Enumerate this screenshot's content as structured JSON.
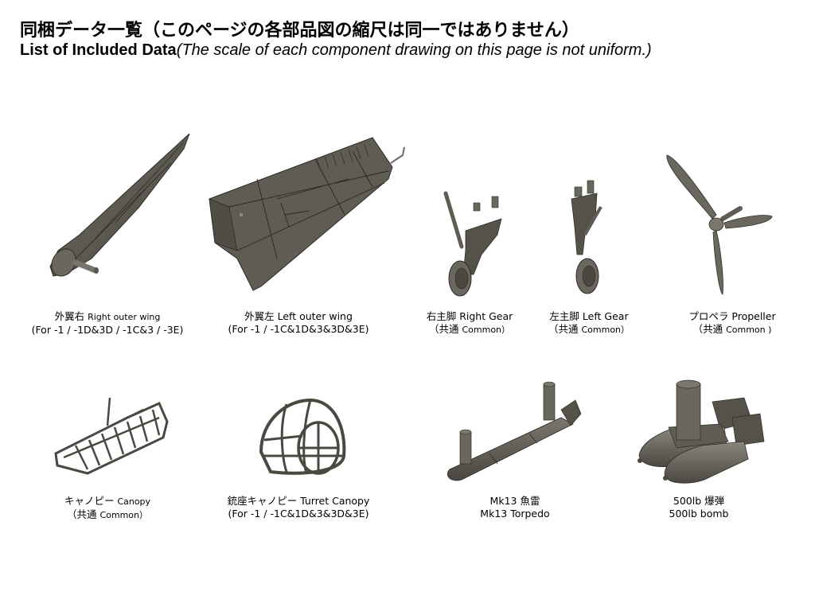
{
  "header": {
    "title_ja": "同梱データ一覧（このページの各部品図の縮尺は同一ではありません）",
    "title_en_bold": "List of Included Data",
    "title_en_italic": "(The scale of each component drawing on this page is not uniform.)"
  },
  "colors": {
    "part_fill": "#5e5b52",
    "part_light": "#8a877d",
    "part_dark": "#3a3832",
    "background": "#ffffff"
  },
  "parts": [
    {
      "id": "right-outer-wing",
      "line1_ja": "外翼右",
      "line1_en": "Right outer wing",
      "line2": "(For -1 / -1D&3D / -1C&3 / -3E)"
    },
    {
      "id": "left-outer-wing",
      "line1_ja": "外翼左",
      "line1_en": "Left outer wing",
      "line2": "(For -1 / -1C&1D&3&3D&3E)"
    },
    {
      "id": "right-gear",
      "line1_ja": "右主脚",
      "line1_en": "Right Gear",
      "line2_ja": "（共通",
      "line2_en": "Common）"
    },
    {
      "id": "left-gear",
      "line1_ja": "左主脚",
      "line1_en": "Left Gear",
      "line2_ja": "（共通",
      "line2_en": "Common）"
    },
    {
      "id": "propeller",
      "line1_ja": "プロペラ",
      "line1_en": "Propeller",
      "line2_ja": "（共通",
      "line2_en": "Common )"
    },
    {
      "id": "canopy",
      "line1_ja": "キャノピー",
      "line1_en": "Canopy",
      "line2_ja": "（共通",
      "line2_en": "Common）"
    },
    {
      "id": "turret-canopy",
      "line1_ja": "銃座キャノピー",
      "line1_en": "Turret Canopy",
      "line2": "(For -1 / -1C&1D&3&3D&3E)"
    },
    {
      "id": "torpedo",
      "line1_ja": "Mk13 魚雷",
      "line2": "Mk13 Torpedo"
    },
    {
      "id": "bomb",
      "line1_ja": "500lb 爆弾",
      "line2": "500lb bomb"
    }
  ]
}
